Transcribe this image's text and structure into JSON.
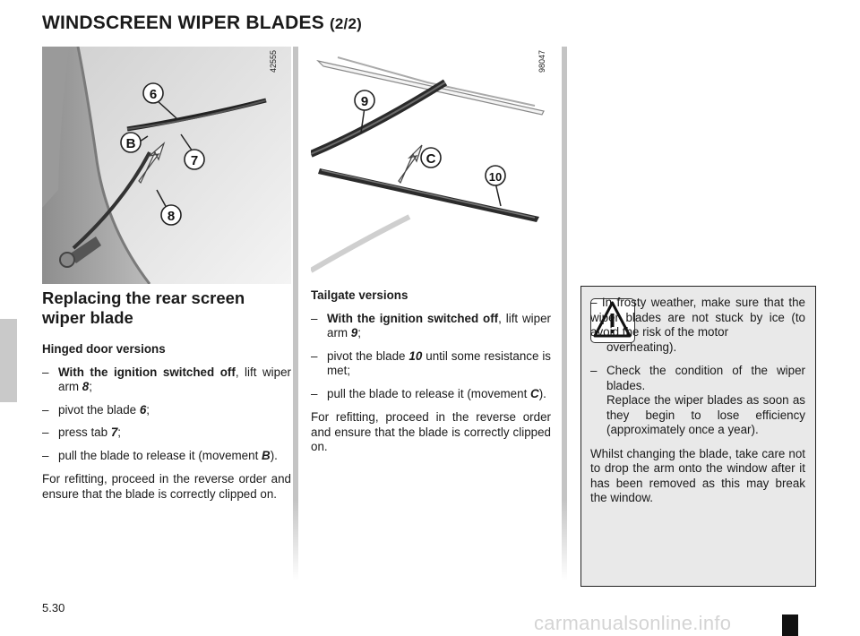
{
  "header": {
    "title": "WINDSCREEN WIPER BLADES",
    "title_suffix": "(2/2)"
  },
  "figures": {
    "left": {
      "ref": "42555",
      "callouts": [
        "6",
        "B",
        "7",
        "8"
      ]
    },
    "right": {
      "ref": "98047",
      "callouts": [
        "9",
        "C",
        "10"
      ]
    }
  },
  "left_column": {
    "section_title": "Replacing the rear screen wiper blade",
    "subheading": "Hinged door versions",
    "step1_bold": "With the ignition switched off",
    "step1_rest": ", lift wiper arm ",
    "step1_ref": "8",
    "step1_end": ";",
    "step2_text": "pivot the blade ",
    "step2_ref": "6",
    "step2_end": ";",
    "step3_text": "press tab ",
    "step3_ref": "7",
    "step3_end": ";",
    "step4_text": "pull the blade to release it (move­ment ",
    "step4_ref": "B",
    "step4_end": ").",
    "refit": "For refitting, proceed in the reverse order and ensure that the blade is cor­rectly clipped on."
  },
  "middle_column": {
    "subheading": "Tailgate versions",
    "step1_bold": "With the ignition switched off",
    "step1_rest": ", lift wiper arm ",
    "step1_ref": "9",
    "step1_end": ";",
    "step2_text": "pivot the blade ",
    "step2_ref": "10",
    "step2_end": " until some resist­ance is met;",
    "step3_text": "pull the blade to release it (move­ment ",
    "step3_ref": "C",
    "step3_end": ").",
    "refit": "For refitting, proceed in the reverse order and ensure that the blade is cor­rectly clipped on."
  },
  "warning": {
    "icon": "warning-triangle-icon",
    "item1_head": "– In frosty weather, make sure that the wiper blades are not stuck by ice (to avoid the risk of the motor",
    "item1_tail": "overheating).",
    "item2_line1": "Check the condition of the wiper blades.",
    "item2_line2": "Replace the wiper blades as soon as they begin to lose efficiency (approximately once a year).",
    "para": "Whilst changing the blade, take care not to drop the arm onto the window after it has been removed as this may break the window."
  },
  "footer": {
    "page_number": "5.30",
    "watermark": "carmanualsonline.info"
  },
  "colors": {
    "side_tab": "#c9c9c9",
    "warning_bg": "#e9e9e9",
    "divider": "#c4c4c4"
  }
}
